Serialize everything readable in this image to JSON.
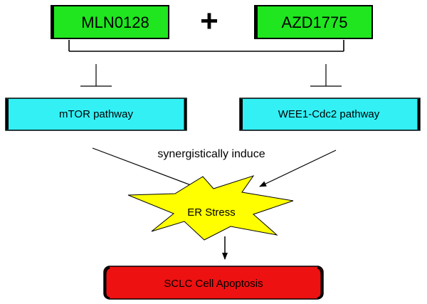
{
  "drugs": {
    "left": "MLN0128",
    "operator": "+",
    "right": "AZD1775"
  },
  "pathways": {
    "left": "mTOR pathway",
    "right": "WEE1-Cdc2 pathway"
  },
  "edge_label": "synergistically induce",
  "stress": "ER Stress",
  "outcome": "SCLC Cell Apoptosis",
  "colors": {
    "drug_fill": "#1fe61f",
    "pathway_fill": "#33f0f5",
    "stress_fill": "#ffff00",
    "outcome_fill": "#ee1111"
  }
}
